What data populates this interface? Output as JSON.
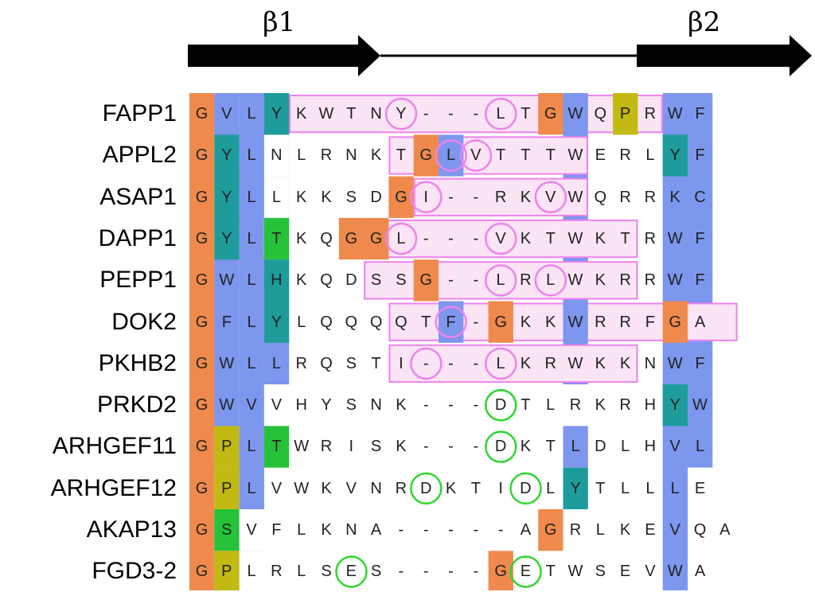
{
  "strands": [
    "β1",
    "β2"
  ],
  "colors": {
    "orange": "#ef8a4c",
    "blue": "#7d96ee",
    "teal": "#1e9c9c",
    "green": "#26c238",
    "olive": "#c2ba12",
    "pink_fill": "#fbe4f4",
    "pink_line": "#ee82ee",
    "circle_green": "#2fd62f"
  },
  "sequences": [
    {
      "name": "FAPP1",
      "residues": [
        "G",
        "V",
        "L",
        "Y",
        "K",
        "W",
        "T",
        "N",
        "Y",
        "-",
        "-",
        "-",
        "L",
        "T",
        "G",
        "W",
        "Q",
        "P",
        "R",
        "W",
        "F"
      ]
    },
    {
      "name": "APPL2",
      "residues": [
        "G",
        "Y",
        "L",
        "N",
        "L",
        "R",
        "N",
        "K",
        "T",
        "G",
        "L",
        "V",
        "T",
        "T",
        "T",
        "W",
        "E",
        "R",
        "L",
        "Y",
        "F"
      ]
    },
    {
      "name": "ASAP1",
      "residues": [
        "G",
        "Y",
        "L",
        "L",
        "K",
        "K",
        "S",
        "D",
        "G",
        "I",
        "-",
        "-",
        "R",
        "K",
        "V",
        "W",
        "Q",
        "R",
        "R",
        "K",
        "C"
      ]
    },
    {
      "name": "DAPP1",
      "residues": [
        "G",
        "Y",
        "L",
        "T",
        "K",
        "Q",
        "G",
        "G",
        "L",
        "-",
        "-",
        "-",
        "V",
        "K",
        "T",
        "W",
        "K",
        "T",
        "R",
        "W",
        "F"
      ]
    },
    {
      "name": "PEPP1",
      "residues": [
        "G",
        "W",
        "L",
        "H",
        "K",
        "Q",
        "D",
        "S",
        "S",
        "G",
        "-",
        "-",
        "L",
        "R",
        "L",
        "W",
        "K",
        "R",
        "R",
        "W",
        "F"
      ]
    },
    {
      "name": "DOK2",
      "residues": [
        "G",
        "F",
        "L",
        "Y",
        "L",
        "Q",
        "Q",
        "Q",
        "Q",
        "T",
        "F",
        "-",
        "G",
        "K",
        "K",
        "W",
        "R",
        "R",
        "F",
        "G",
        "A"
      ]
    },
    {
      "name": "PKHB2",
      "residues": [
        "G",
        "W",
        "L",
        "L",
        "R",
        "Q",
        "S",
        "T",
        "I",
        "-",
        "-",
        "-",
        "L",
        "K",
        "R",
        "W",
        "K",
        "K",
        "N",
        "W",
        "F"
      ]
    },
    {
      "name": "PRKD2",
      "residues": [
        "G",
        "W",
        "V",
        "V",
        "H",
        "Y",
        "S",
        "N",
        "K",
        "-",
        "-",
        "-",
        "D",
        "T",
        "L",
        "R",
        "K",
        "R",
        "H",
        "Y",
        "W"
      ]
    },
    {
      "name": "ARHGEF11",
      "residues": [
        "G",
        "P",
        "L",
        "T",
        "W",
        "R",
        "I",
        "S",
        "K",
        "-",
        "-",
        "-",
        "D",
        "K",
        "T",
        "L",
        "D",
        "L",
        "H",
        "V",
        "L"
      ]
    },
    {
      "name": "ARHGEF12",
      "residues": [
        "G",
        "P",
        "L",
        "V",
        "W",
        "K",
        "V",
        "N",
        "R",
        "D",
        "K",
        "T",
        "I",
        "D",
        "L",
        "Y",
        "T",
        "L",
        "L",
        "L",
        "E"
      ]
    },
    {
      "name": "AKAP13",
      "residues": [
        "G",
        "S",
        "V",
        "F",
        "L",
        "K",
        "N",
        "A",
        "-",
        "-",
        "-",
        "-",
        "-",
        "A",
        "G",
        "R",
        "L",
        "K",
        "E",
        "V",
        "Q",
        "A"
      ]
    },
    {
      "name": "FGD3-2",
      "residues": [
        "G",
        "P",
        "L",
        "R",
        "L",
        "S",
        "E",
        "S",
        "-",
        "-",
        "-",
        "-",
        "G",
        "E",
        "T",
        "W",
        "S",
        "E",
        "V",
        "W",
        "A"
      ]
    }
  ]
}
